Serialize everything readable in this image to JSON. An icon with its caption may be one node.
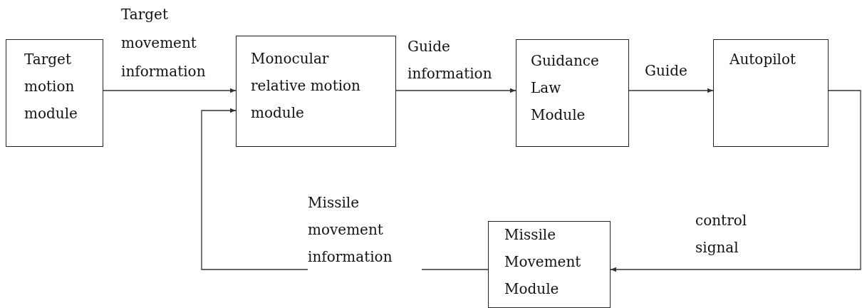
{
  "diagram": {
    "nodes": [
      {
        "text": [
          "Target motion module"
        ]
      },
      {
        "text": [
          "Monocular relative motion module"
        ]
      },
      {
        "text": [
          "Guidance Law Module"
        ]
      },
      {
        "text": [
          "Autopilot"
        ]
      },
      {
        "text": [
          "Missile Movement Module"
        ]
      }
    ],
    "edges": [
      {
        "from": 0,
        "to": 1,
        "arrow": "to",
        "label": "Target movement information"
      },
      {
        "from": 1,
        "to": 2,
        "arrow": "to",
        "label": "Guide information"
      },
      {
        "from": 2,
        "to": 3,
        "arrow": "to",
        "label": "Guide"
      },
      {
        "from": 3,
        "to": 4,
        "arrow": "to",
        "label": "control signal"
      },
      {
        "from": 4,
        "to": 1,
        "arrow": "to",
        "label": "Missile movement information"
      }
    ]
  }
}
